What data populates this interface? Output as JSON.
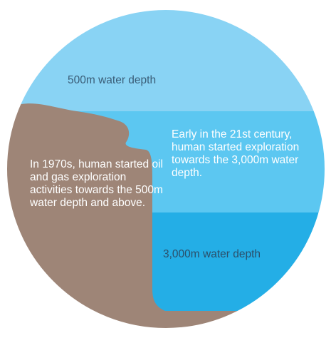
{
  "colors": {
    "shallow_water": "#89d3f4",
    "mid_water": "#5cc7f1",
    "deep_water": "#24aee6",
    "seabed": "#9e8577",
    "circle_outline": "#ffffff"
  },
  "labels": {
    "shallow_depth": "500m water depth",
    "history_1970s": "In 1970s, human started oil and gas exploration activities towards the 500m water depth and above.",
    "history_21st_century": "Early in the 21st century, human started exploration towards the 3,000m water depth.",
    "deep_depth": "3,000m water depth"
  }
}
